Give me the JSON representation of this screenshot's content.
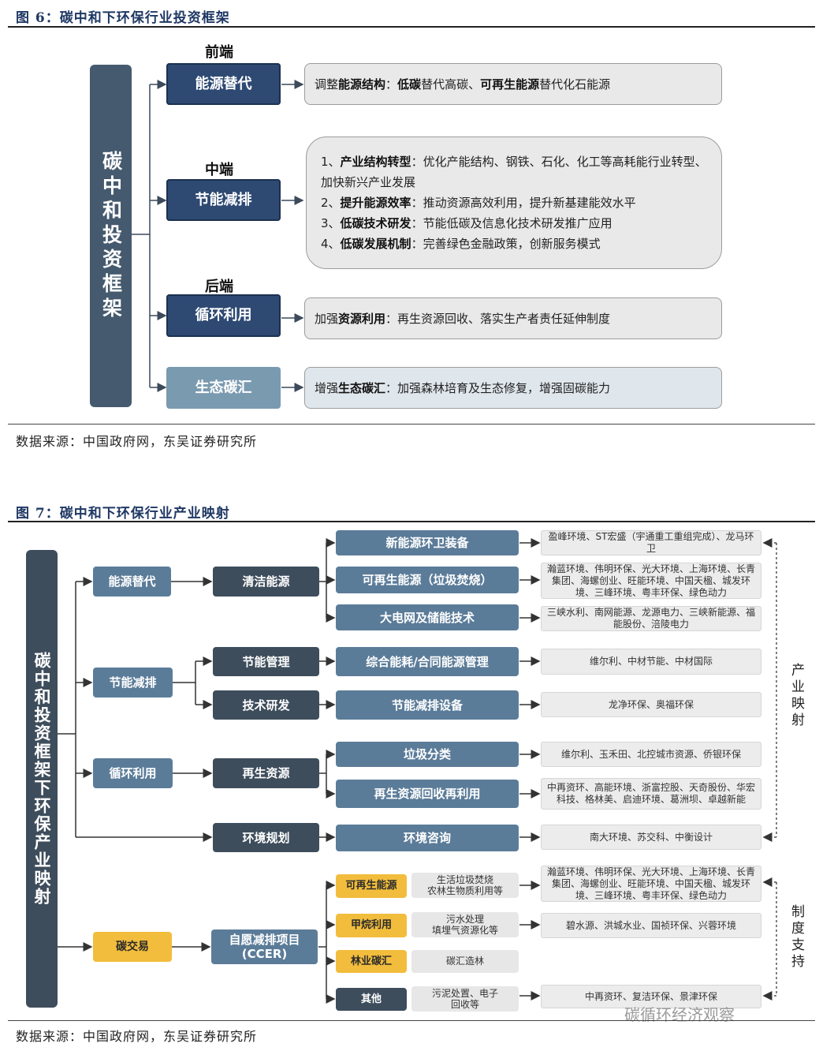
{
  "fig6": {
    "title": "图 6：碳中和下环保行业投资框架",
    "vertical": "碳中和投资框架",
    "stages": {
      "front": "前端",
      "middle": "中端",
      "back": "后端"
    },
    "boxes": {
      "energy": "能源替代",
      "saving": "节能减排",
      "recycle": "循环利用",
      "eco": "生态碳汇"
    },
    "desc_energy": {
      "p1": "调整",
      "b1": "能源结构",
      "p2": "：",
      "b2": "低碳",
      "p3": "替代高碳、",
      "b3": "可再生能源",
      "p4": "替代化石能源"
    },
    "desc_saving": [
      {
        "num": "1、",
        "bold": "产业结构转型",
        "text": "：优化产能结构、钢铁、石化、化工等高耗能行业转型、"
      },
      {
        "num": "",
        "bold": "",
        "text": "加快新兴产业发展"
      },
      {
        "num": "2、",
        "bold": "提升能源效率",
        "text": "：推动资源高效利用，提升新基建能效水平"
      },
      {
        "num": "3、",
        "bold": "低碳技术研发",
        "text": "：节能低碳及信息化技术研发推广应用"
      },
      {
        "num": "4、",
        "bold": "低碳发展机制",
        "text": "：完善绿色金融政策，创新服务模式"
      }
    ],
    "desc_recycle": {
      "p1": "加强",
      "b1": "资源利用",
      "p2": "：再生资源回收、落实生产者责任延伸制度"
    },
    "desc_eco": {
      "p1": "增强",
      "b1": "生态碳汇",
      "p2": "：加强森林培育及生态修复，增强固碳能力"
    },
    "source": "数据来源：中国政府网，东吴证券研究所"
  },
  "fig7": {
    "title": "图 7：碳中和下环保行业产业映射",
    "vertical": "碳中和投资框架下环保产业映射",
    "l1": {
      "energy": "能源替代",
      "saving": "节能减排",
      "recycle": "循环利用",
      "carbon": "碳交易"
    },
    "l2": {
      "clean": "清洁能源",
      "mgmt": "节能管理",
      "rnd": "技术研发",
      "renew": "再生资源",
      "plan": "环境规划",
      "ccer": "自愿减排项目\n(CCER)"
    },
    "l3": {
      "nev": "新能源环卫装备",
      "waste_energy": "可再生能源（垃圾焚烧）",
      "grid": "大电网及储能技术",
      "emc": "综合能耗/合同能源管理",
      "equip": "节能减排设备",
      "sort": "垃圾分类",
      "reuse": "再生资源回收再利用",
      "consult": "环境咨询"
    },
    "comp": {
      "nev": "盈峰环境、ST宏盛（宇通重工重组完成）、龙马环卫",
      "waste_energy": "瀚蓝环境、伟明环保、光大环境、上海环境、长青集团、海螺创业、旺能环境、中国天楹、城发环境、三峰环境、粤丰环保、绿色动力",
      "grid": "三峡水利、南网能源、龙源电力、三峡新能源、福能股份、涪陵电力",
      "emc": "维尔利、中材节能、中材国际",
      "equip": "龙净环保、奥福环保",
      "sort": "维尔利、玉禾田、北控城市资源、侨银环保",
      "reuse": "中再资环、高能环境、浙富控股、天奇股份、华宏科技、格林美、启迪环境、葛洲坝、卓越新能",
      "consult": "南大环境、苏交科、中衡设计",
      "renew_energy": "瀚蓝环境、伟明环保、光大环境、上海环境、长青集团、海螺创业、旺能环境、中国天楹、城发环境、三峰环境、粤丰环保、绿色动力",
      "methane": "碧水源、洪城水业、国祯环保、兴蓉环境",
      "other": "中再资环、复洁环保、景津环保"
    },
    "ccer_types": {
      "renew": "可再生能源",
      "methane": "甲烷利用",
      "forest": "林业碳汇",
      "other": "其他"
    },
    "ccer_desc": {
      "renew": "生活垃圾焚烧\n农林生物质利用等",
      "methane": "污水处理\n填埋气资源化等",
      "forest": "碳汇造林",
      "other": "污泥处置、电子\n回收等"
    },
    "right_labels": {
      "industry": "产业映射",
      "policy": "制度支持"
    },
    "watermark": "碳循环经济观察",
    "source": "数据来源：中国政府网，东吴证券研究所"
  }
}
